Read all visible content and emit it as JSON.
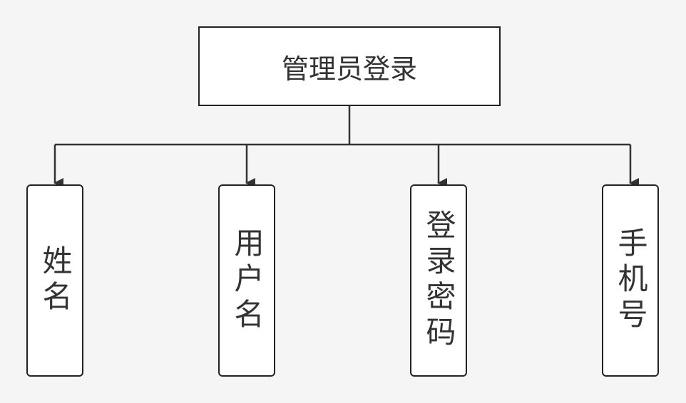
{
  "diagram": {
    "root": {
      "label": "管理员登录"
    },
    "children": [
      {
        "label": "姓名"
      },
      {
        "label": "用户名"
      },
      {
        "label": "登录密码"
      },
      {
        "label": "手机号"
      }
    ],
    "colors": {
      "background": "#f5f5f5",
      "box_fill": "#ffffff",
      "stroke": "#222222",
      "text": "#333333"
    }
  }
}
